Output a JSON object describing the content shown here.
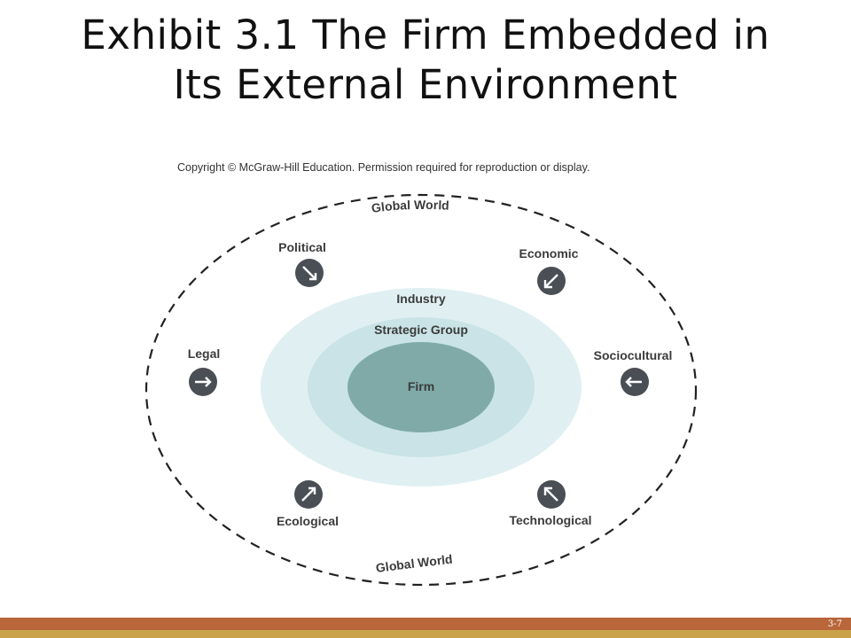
{
  "title": {
    "line1": "Exhibit 3.1  The Firm Embedded in",
    "line2": "Its External Environment"
  },
  "copyright": "Copyright © McGraw-Hill Education. Permission required for reproduction or display.",
  "diagram": {
    "outer_label_top": "Global World",
    "outer_label_bottom": "Global World",
    "rings": {
      "industry": "Industry",
      "strategic_group": "Strategic Group",
      "firm": "Firm"
    },
    "forces": [
      {
        "label": "Political",
        "arrow": "arrow-down-right-icon"
      },
      {
        "label": "Economic",
        "arrow": "arrow-down-left-icon"
      },
      {
        "label": "Legal",
        "arrow": "arrow-right-icon"
      },
      {
        "label": "Sociocultural",
        "arrow": "arrow-left-icon"
      },
      {
        "label": "Ecological",
        "arrow": "arrow-up-right-icon"
      },
      {
        "label": "Technological",
        "arrow": "arrow-up-left-icon"
      }
    ],
    "colors": {
      "industry_fill": "#e0f0f2",
      "strategic_fill": "#c9e3e6",
      "firm_fill": "#7faaa8",
      "badge_fill": "#4a4e55"
    }
  },
  "footer": {
    "page_number": "3-7"
  }
}
